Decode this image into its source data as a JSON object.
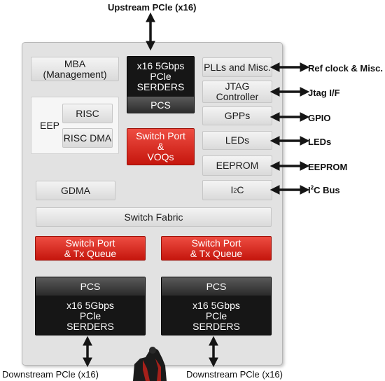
{
  "labels": {
    "upstream": "Upstream PCle (x16)",
    "downstream_left": "Downstream PCle (x16)",
    "downstream_right": "Downstream PCle (x16)",
    "ref_clock": "Ref clock & Misc.",
    "jtag_if": "Jtag I/F",
    "gpio": "GPIO",
    "leds": "LEDs",
    "eeprom": "EEPROM",
    "i2c_bus_prefix": "I",
    "i2c_bus_sup": "2",
    "i2c_bus_suffix": "C Bus"
  },
  "blocks": {
    "mba": "MBA\n(Management)",
    "eep": "EEP",
    "risc": "RISC",
    "risc_dma": "RISC DMA",
    "gdma": "GDMA",
    "switch_fabric": "Switch Fabric",
    "upstream_serdes": "x16 5Gbps\nPCle\nSERDERS",
    "upstream_pcs": "PCS",
    "switch_port_voqs": "Switch Port\n&\nVOQs",
    "plls": "PLLs and Misc.",
    "jtag": "JTAG\nController",
    "gpps": "GPPs",
    "leds": "LEDs",
    "eeprom": "EEPROM",
    "i2c_prefix": "I",
    "i2c_sup": "2",
    "i2c_suffix": "C",
    "switch_port_tx_left": "Switch Port\n& Tx Queue",
    "switch_port_tx_right": "Switch Port\n& Tx Queue",
    "down_left_pcs": "PCS",
    "down_left_serdes": "x16 5Gbps\nPCle\nSERDERS",
    "down_right_pcs": "PCS",
    "down_right_serdes": "x16 5Gbps\nPCle\nSERDERS"
  },
  "colors": {
    "chip_bg": "#e2e2e2",
    "red_block": "#d8271c",
    "black_block": "#161616",
    "arrow": "#151515"
  }
}
